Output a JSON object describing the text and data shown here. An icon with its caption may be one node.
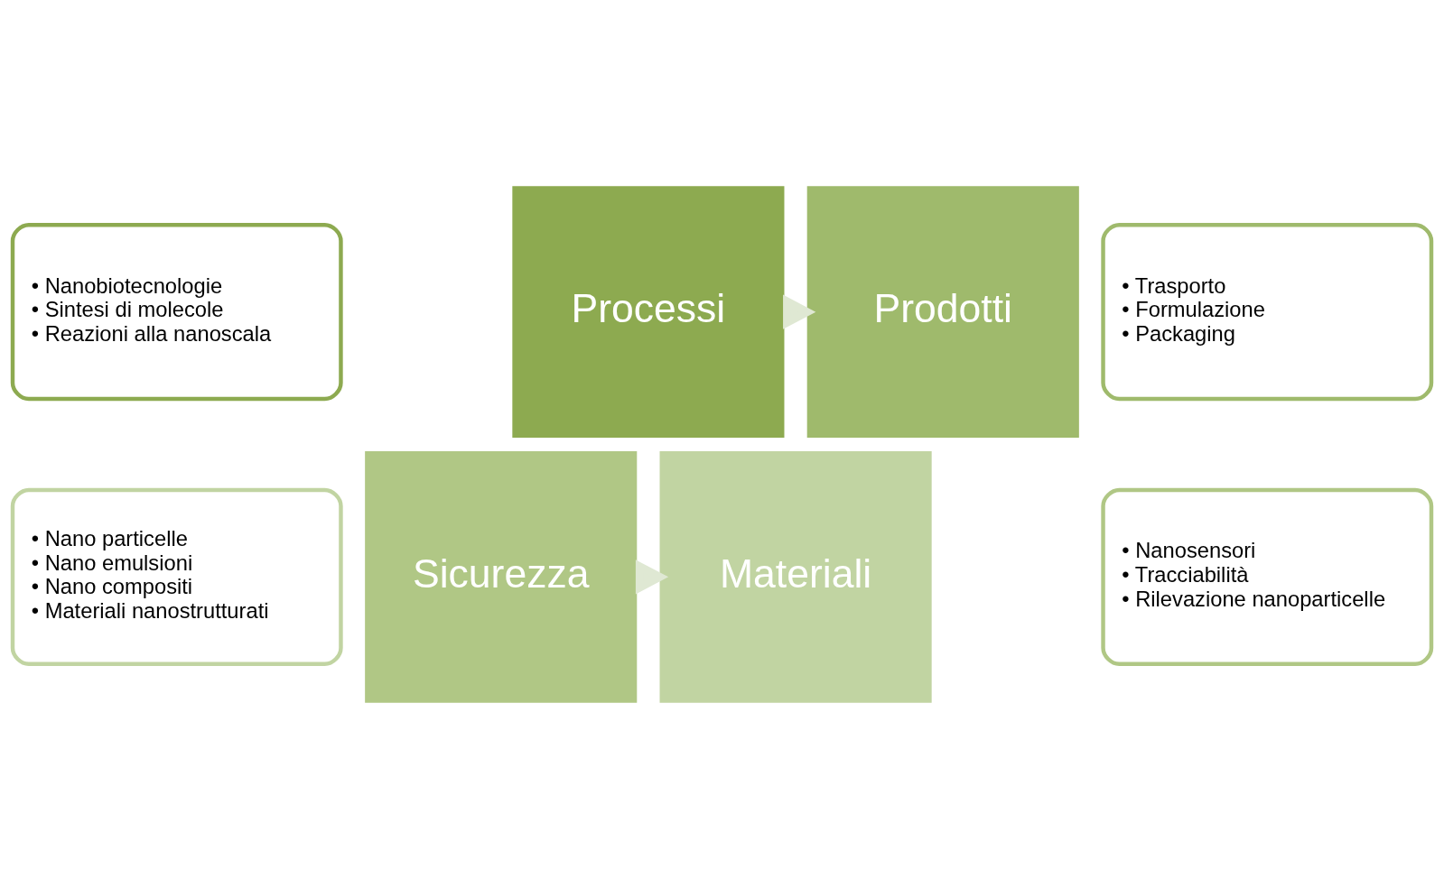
{
  "diagram": {
    "nodes": [
      {
        "text": [
          "• Nanobiotecnologie",
          "• Sintesi di molecole",
          "• Reazioni alla nanoscala"
        ]
      },
      {
        "text": [
          "Processi"
        ]
      },
      {
        "text": [
          "Prodotti"
        ]
      },
      {
        "text": [
          "• Trasporto",
          "• Formulazione",
          "• Packaging"
        ]
      },
      {
        "text": [
          "• Nano particelle",
          "• Nano emulsioni",
          "• Nano compositi",
          "• Materiali nanostrutturati"
        ]
      },
      {
        "text": [
          "Materiali"
        ]
      },
      {
        "text": [
          "Sicurezza"
        ]
      },
      {
        "text": [
          "• Nanosensori",
          "• Tracciabilità",
          "• Rilevazione nanoparticelle"
        ]
      }
    ],
    "edges": [
      {
        "from": 1,
        "to": 2,
        "arrow": "to"
      },
      {
        "from": 6,
        "to": 5,
        "arrow": "to"
      }
    ]
  }
}
